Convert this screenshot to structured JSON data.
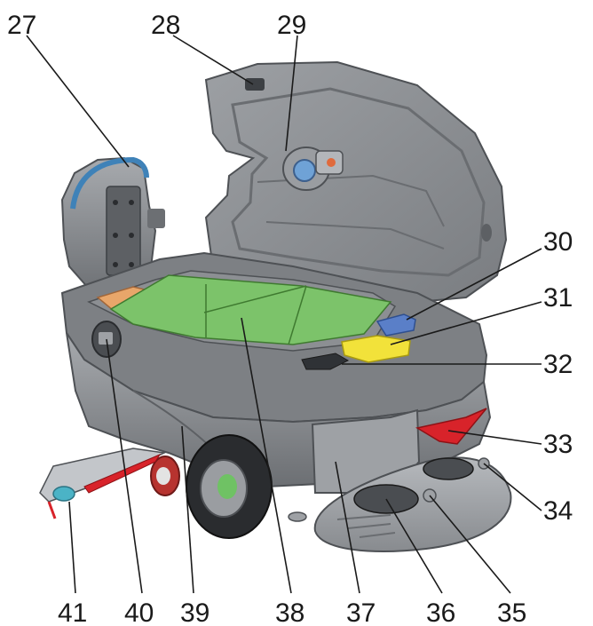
{
  "callouts": {
    "c27": "27",
    "c28": "28",
    "c29": "29",
    "c30": "30",
    "c31": "31",
    "c32": "32",
    "c33": "33",
    "c34": "34",
    "c35": "35",
    "c36": "36",
    "c37": "37",
    "c38": "38",
    "c39": "39",
    "c40": "40",
    "c41": "41"
  },
  "colors": {
    "body": "#8a8d91",
    "body_dark": "#5d6064",
    "lid": "#8f9296",
    "battery_green": "#7cc36a",
    "sponge_orange": "#e8a66a",
    "yellow_plate": "#f2e23a",
    "blue_part": "#5a7fc8",
    "red_accent": "#d8232a",
    "tire": "#2a2c2f",
    "line": "#1a1a1a"
  }
}
